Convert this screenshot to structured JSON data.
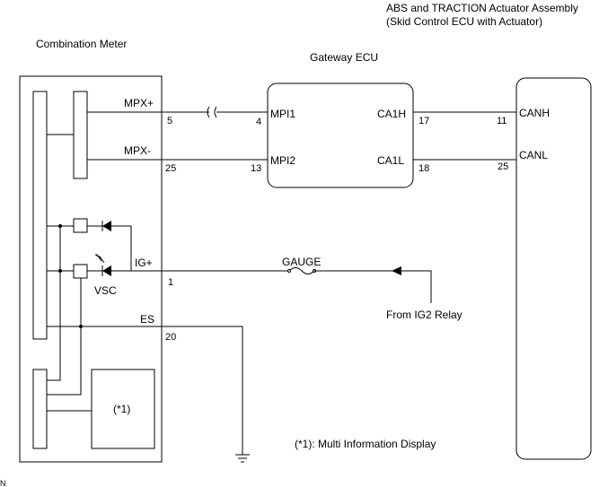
{
  "components": {
    "combination_meter": {
      "label": "Combination Meter"
    },
    "gateway_ecu": {
      "label": "Gateway ECU"
    },
    "skid_ecu": {
      "label_line1": "ABS and TRACTION Actuator Assembly",
      "label_line2": "(Skid Control ECU with Actuator)"
    },
    "mid_box": {
      "label": "(*1)"
    }
  },
  "signals": {
    "mpx_plus": "MPX+",
    "mpx_minus": "MPX-",
    "ig_plus": "IG+",
    "es": "ES",
    "mpi1": "MPI1",
    "mpi2": "MPI2",
    "ca1h": "CA1H",
    "ca1l": "CA1L",
    "canh": "CANH",
    "canl": "CANL",
    "vsc": "VSC",
    "gauge": "GAUGE"
  },
  "pins": {
    "meter_mpx_plus": "5",
    "meter_mpx_minus": "25",
    "meter_ig_plus": "1",
    "meter_es": "20",
    "gw_mpi1": "4",
    "gw_mpi2": "13",
    "gw_ca1h": "17",
    "gw_ca1l": "18",
    "skid_canh": "11",
    "skid_canl": "25"
  },
  "notes": {
    "from_ig2": "From IG2 Relay",
    "footnote": "(*1): Multi Information Display",
    "corner": "N"
  }
}
